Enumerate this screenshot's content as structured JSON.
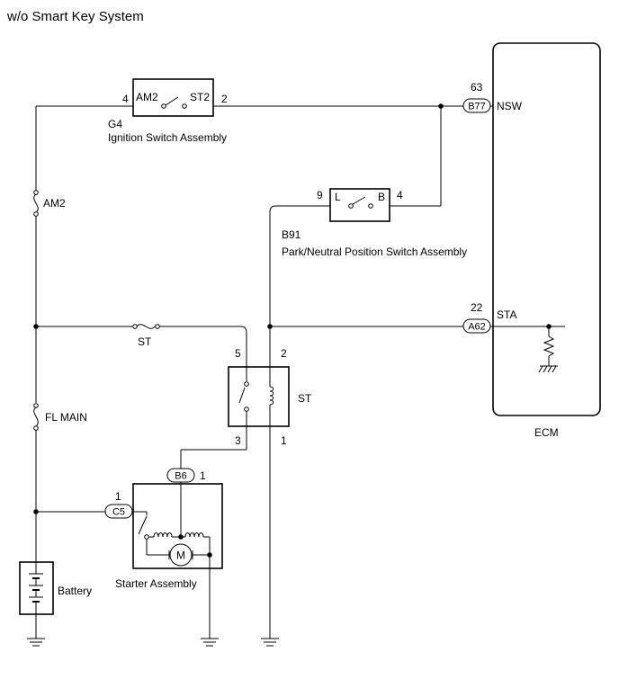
{
  "title": "w/o Smart Key System",
  "ecm": {
    "label": "ECM"
  },
  "ignition_switch": {
    "code": "G4",
    "name": "Ignition Switch Assembly",
    "terminal_am2": "AM2",
    "terminal_st2": "ST2",
    "pin_left": "4",
    "pin_right": "2"
  },
  "ecm_connector_b77": {
    "code": "B77",
    "pin": "63",
    "signal": "NSW"
  },
  "ecm_connector_a62": {
    "code": "A62",
    "pin": "22",
    "signal": "STA"
  },
  "pnp_switch": {
    "code": "B91",
    "name": "Park/Neutral Position Switch Assembly",
    "terminal_l": "L",
    "terminal_b": "B",
    "pin_left": "9",
    "pin_right": "4"
  },
  "fuses": {
    "am2": "AM2",
    "st": "ST",
    "fl_main": "FL MAIN"
  },
  "st_relay": {
    "label": "ST",
    "pin_5": "5",
    "pin_2": "2",
    "pin_3": "3",
    "pin_1": "1"
  },
  "starter": {
    "name": "Starter Assembly",
    "connector_b6": "B6",
    "pin_b6": "1",
    "connector_c5": "C5",
    "pin_c5": "1",
    "motor_symbol": "M"
  },
  "battery": {
    "label": "Battery"
  }
}
